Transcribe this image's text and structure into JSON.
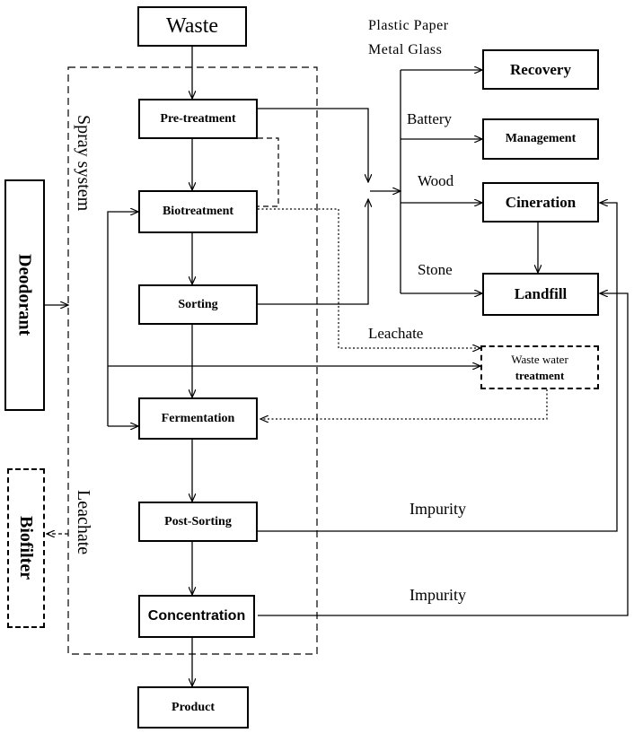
{
  "boxes": {
    "waste": "Waste",
    "pretreatment": "Pre-treatment",
    "biotreatment": "Biotreatment",
    "sorting": "Sorting",
    "fermentation": "Fermentation",
    "post_sorting": "Post-Sorting",
    "concentration": "Concentration",
    "product": "Product",
    "recovery": "Recovery",
    "management": "Management",
    "cineration": "Cineration",
    "landfill": "Landfill",
    "wastewater_line1": "Waste water",
    "wastewater_line2": "treatment",
    "deodorant": "Deodorant",
    "biofilter": "Biofilter"
  },
  "labels": {
    "plastic_paper": "Plastic Paper",
    "metal_glass": "Metal Glass",
    "battery": "Battery",
    "wood": "Wood",
    "stone": "Stone",
    "leachate_right": "Leachate",
    "impurity_1": "Impurity",
    "impurity_2": "Impurity",
    "spray_system": "Spray system",
    "leachate_left": "Leachate"
  }
}
